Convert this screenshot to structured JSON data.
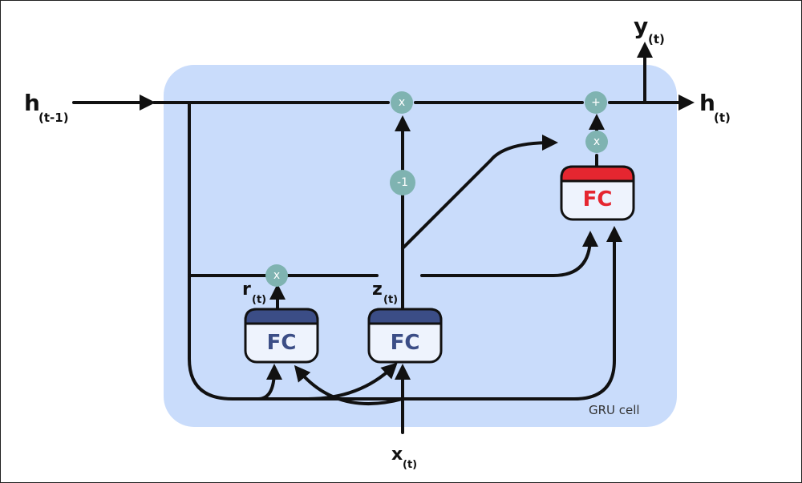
{
  "colors": {
    "cell_bg": "#c9dcfb",
    "op_circle": "#7fb3b1",
    "fc_blue": "#3b4d86",
    "fc_red": "#e52630",
    "box_fill": "#eef3fd",
    "wire": "#111111"
  },
  "cell": {
    "label": "GRU cell"
  },
  "inputs": {
    "h_prev": {
      "main": "h",
      "sub": "(t-1)"
    },
    "x": {
      "main": "x",
      "sub": "(t)"
    }
  },
  "outputs": {
    "h": {
      "main": "h",
      "sub": "(t)"
    },
    "y": {
      "main": "y",
      "sub": "(t)"
    }
  },
  "gates": {
    "r": {
      "main": "r",
      "sub": "(t)"
    },
    "z": {
      "main": "z",
      "sub": "(t)"
    }
  },
  "fc_boxes": [
    {
      "id": "fc-reset",
      "label": "FC",
      "color": "blue"
    },
    {
      "id": "fc-update",
      "label": "FC",
      "color": "blue"
    },
    {
      "id": "fc-candidate",
      "label": "FC",
      "color": "red"
    }
  ],
  "ops": {
    "mul_top": "x",
    "mul_reset": "x",
    "mul_candidate": "x",
    "add": "+",
    "neg_one": "-1"
  }
}
